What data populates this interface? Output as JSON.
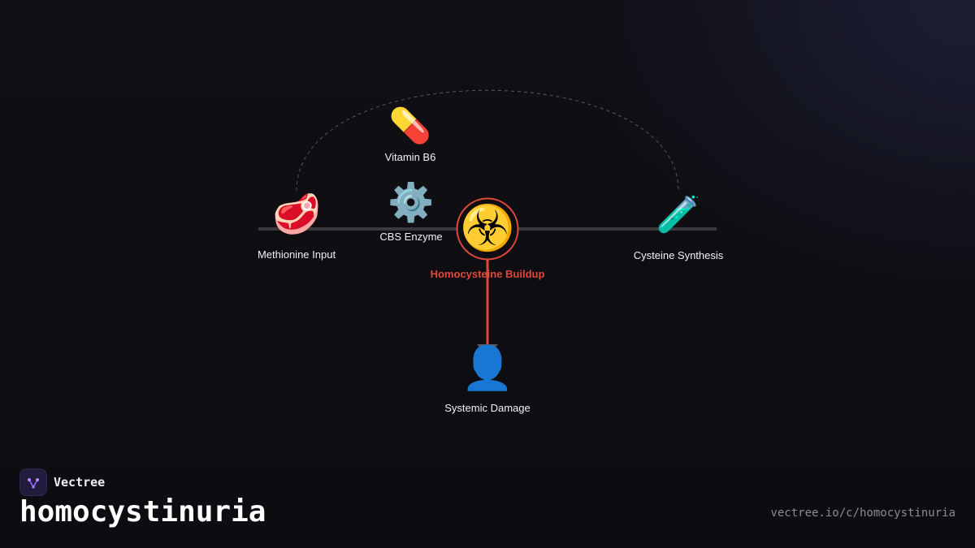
{
  "diagram": {
    "nodes": {
      "methionine": {
        "label": "Methionine Input",
        "icon": "meat-icon",
        "glyph": "🥩"
      },
      "vitamin_b6": {
        "label": "Vitamin B6",
        "icon": "pill-icon",
        "glyph": "💊"
      },
      "cbs_enzyme": {
        "label": "CBS Enzyme",
        "icon": "gear-icon",
        "glyph": "⚙️"
      },
      "homocysteine": {
        "label": "Homocysteine Buildup",
        "icon": "biohazard-icon",
        "glyph": "☣️"
      },
      "cysteine": {
        "label": "Cysteine Synthesis",
        "icon": "test-tube-icon",
        "glyph": "🧪"
      },
      "systemic": {
        "label": "Systemic Damage",
        "icon": "person-icon",
        "glyph": "👤"
      }
    },
    "colors": {
      "main_line": "#3a3a3e",
      "alert": "#e0483c",
      "dashed_arc": "#55555b"
    }
  },
  "brand": {
    "name": "Vectree",
    "icon": "vectree-logo-icon"
  },
  "footer": {
    "title": "homocystinuria",
    "url": "vectree.io/c/homocystinuria"
  }
}
